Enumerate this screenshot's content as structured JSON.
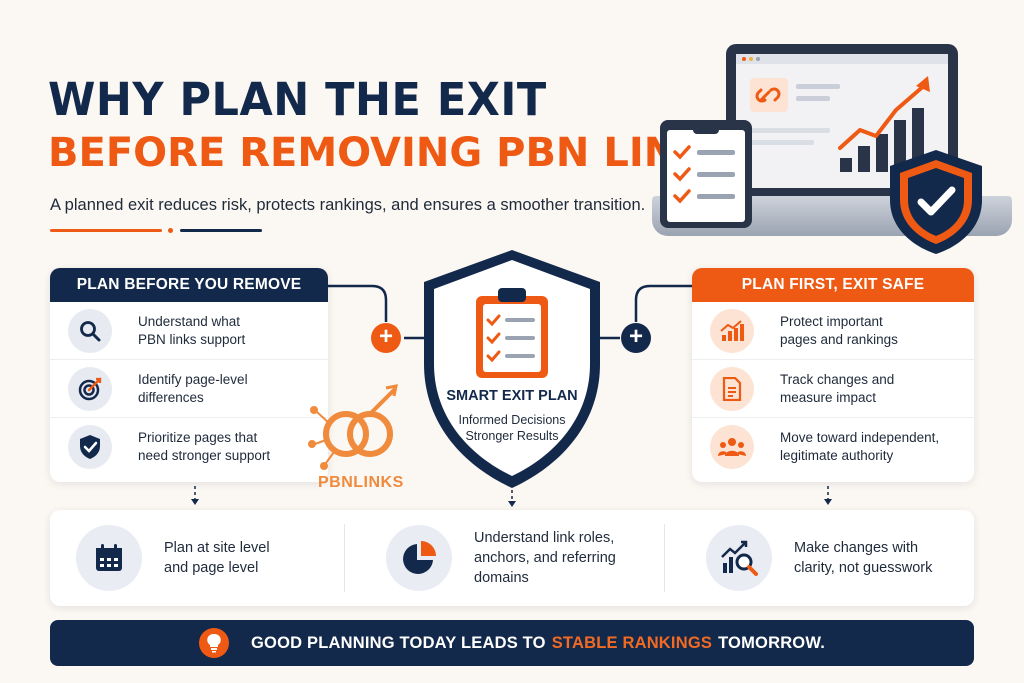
{
  "title": {
    "line1": "WHY PLAN THE EXIT",
    "line2": "BEFORE REMOVING PBN LINKS?",
    "subtitle": "A planned exit reduces risk, protects rankings, and ensures a smoother transition."
  },
  "left_card": {
    "heading": "PLAN BEFORE YOU REMOVE",
    "items": [
      {
        "line1": "Understand what",
        "line2": "PBN links support",
        "icon": "magnifier-icon"
      },
      {
        "line1": "Identify page-level",
        "line2": "differences",
        "icon": "target-icon"
      },
      {
        "line1": "Prioritize pages that",
        "line2": "need stronger support",
        "icon": "shield-check-icon"
      }
    ]
  },
  "right_card": {
    "heading": "PLAN FIRST, EXIT SAFE",
    "items": [
      {
        "line1": "Protect important",
        "line2": "pages and rankings",
        "icon": "growth-chart-icon"
      },
      {
        "line1": "Track changes and",
        "line2": "measure impact",
        "icon": "document-icon"
      },
      {
        "line1": "Move toward independent,",
        "line2": "legitimate authority",
        "icon": "team-icon"
      }
    ]
  },
  "center": {
    "title": "SMART EXIT PLAN",
    "line1": "Informed Decisions",
    "line2": "Stronger Results"
  },
  "logo": {
    "text": "PBNLINKS"
  },
  "features": [
    {
      "line1": "Plan at site level",
      "line2": "and page level",
      "line3": "",
      "icon": "calendar-icon"
    },
    {
      "line1": "Understand link roles,",
      "line2": "anchors, and referring",
      "line3": "domains",
      "icon": "pie-chart-icon"
    },
    {
      "line1": "Make changes with",
      "line2": "clarity, not guesswork",
      "line3": "",
      "icon": "analytics-search-icon"
    }
  ],
  "banner": {
    "before": "GOOD PLANNING TODAY LEADS TO",
    "accent": "STABLE RANKINGS",
    "after": "TOMORROW."
  },
  "colors": {
    "navy": "#13294b",
    "orange": "#ee5a14",
    "background": "#fbf7f2"
  }
}
